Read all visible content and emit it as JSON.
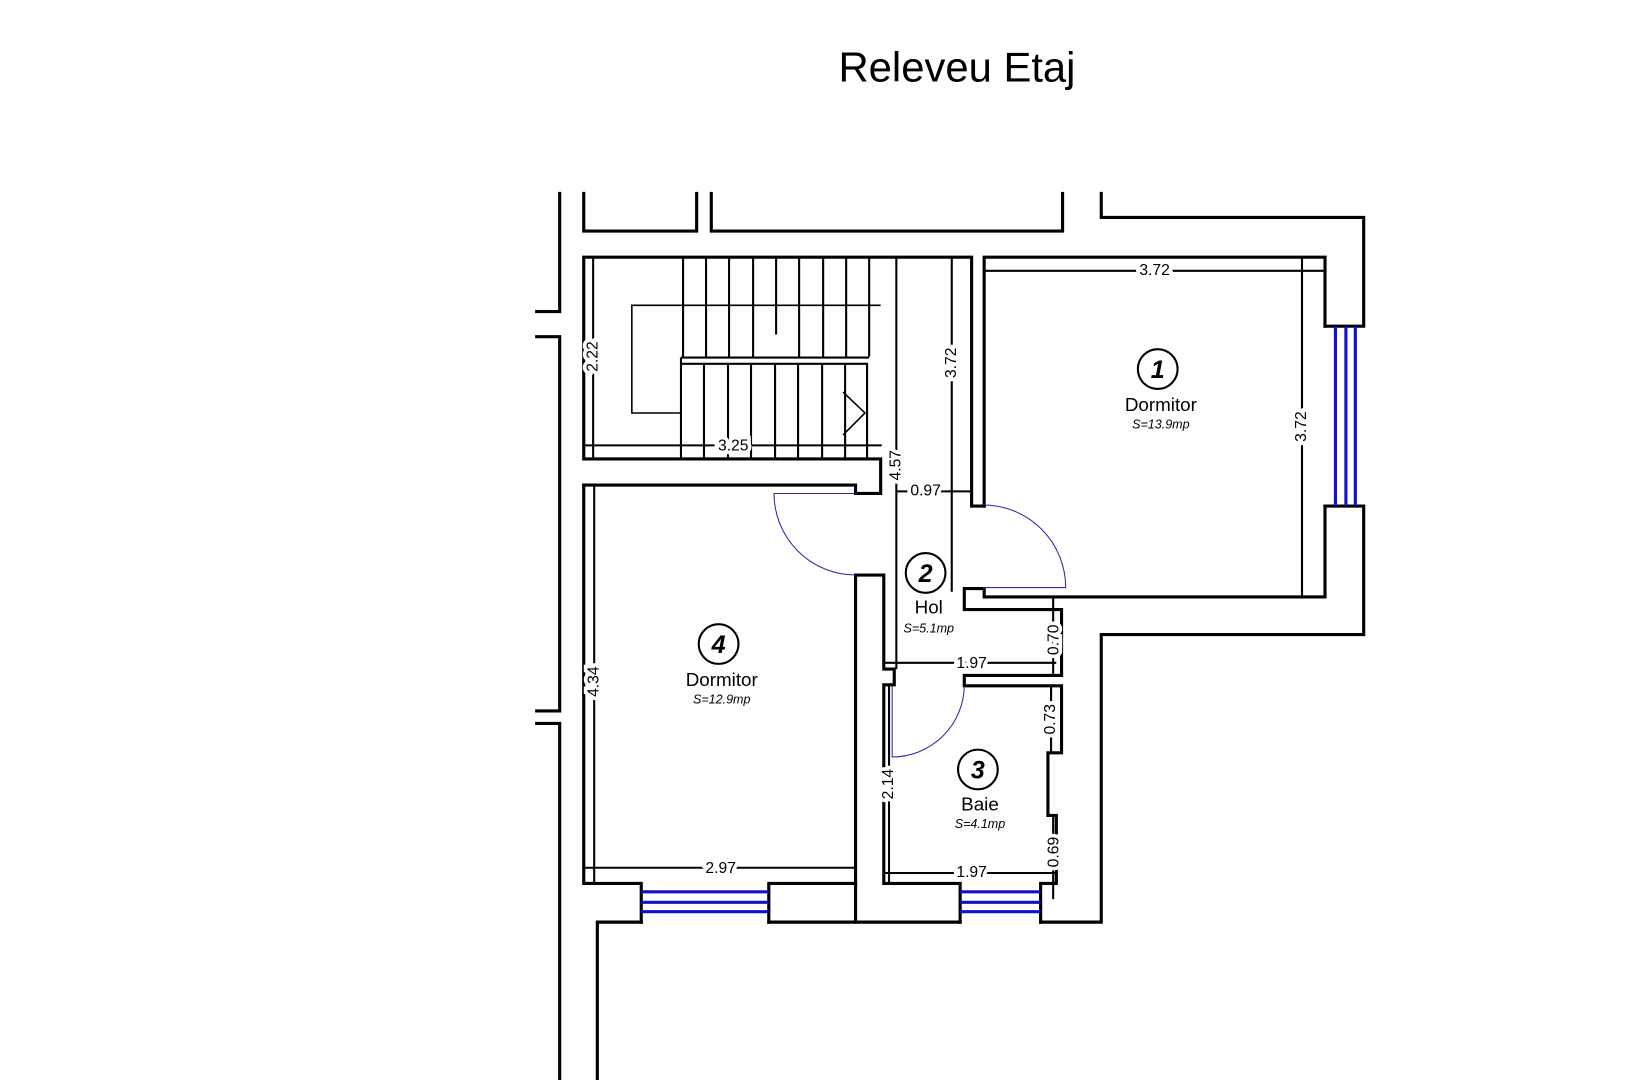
{
  "title": "Releveu Etaj",
  "colors": {
    "walls": "#000000",
    "windows": "#1010d0",
    "doors": "#2a2aa0"
  },
  "rooms": [
    {
      "number": "1",
      "name": "Dormitor",
      "area": "S=13.9mp"
    },
    {
      "number": "2",
      "name": "Hol",
      "area": "S=5.1mp"
    },
    {
      "number": "3",
      "name": "Baie",
      "area": "S=4.1mp"
    },
    {
      "number": "4",
      "name": "Dormitor",
      "area": "S=12.9mp"
    }
  ],
  "dimensions": {
    "stair_height": "2.22",
    "stair_width": "3.25",
    "stair_right": "3.72",
    "hol_length": "4.57",
    "hol_width": "0.97",
    "room1_width": "3.72",
    "room1_height": "3.72",
    "hol_step": "0.70",
    "hol_bottom_width": "1.97",
    "bath_upper": "0.73",
    "bath_height": "2.14",
    "bath_lower": "0.69",
    "bath_width": "1.97",
    "room4_height": "4.34",
    "room4_width": "2.97"
  }
}
